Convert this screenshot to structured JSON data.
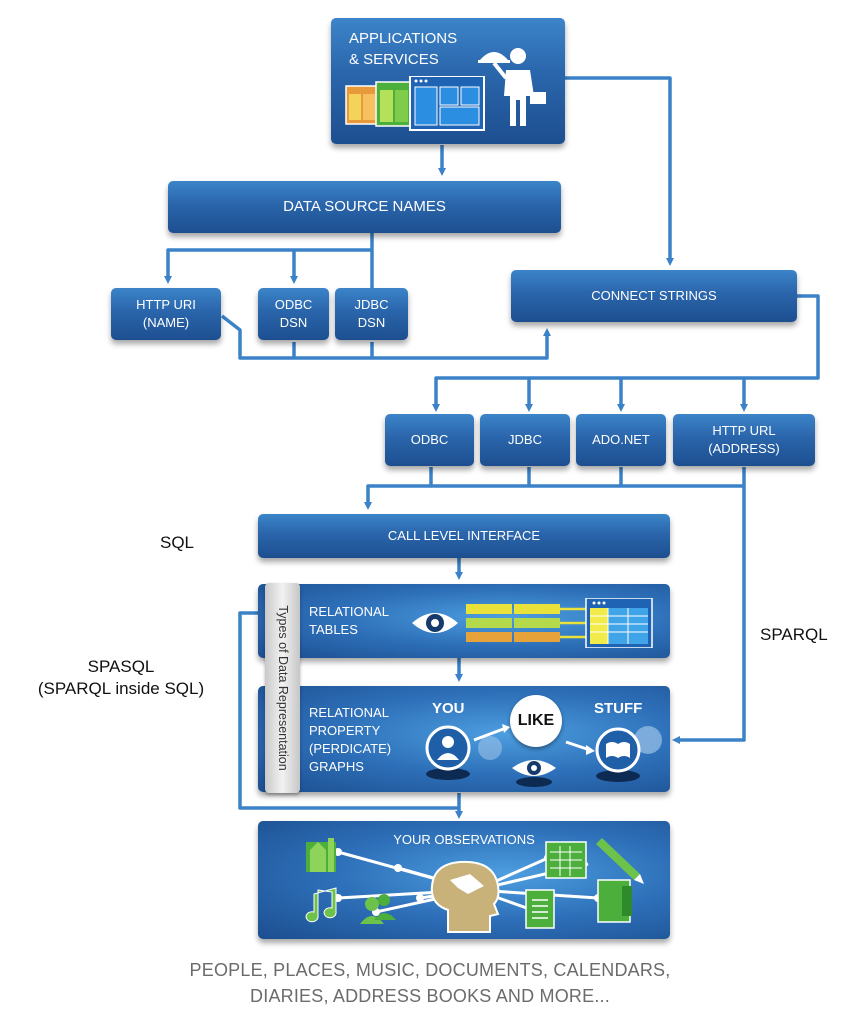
{
  "boxes": {
    "applications_services": "APPLICATIONS\n& SERVICES",
    "data_source_names": "DATA SOURCE NAMES",
    "http_uri": "HTTP URI\n(NAME)",
    "odbc_dsn": "ODBC\nDSN",
    "jdbc_dsn": "JDBC\nDSN",
    "connect_strings": "CONNECT STRINGS",
    "odbc": "ODBC",
    "jdbc": "JDBC",
    "ado_net": "ADO.NET",
    "http_url": "HTTP URL\n(ADDRESS)",
    "call_level_interface": "CALL LEVEL INTERFACE",
    "relational_tables": "RELATIONAL\nTABLES",
    "relational_graphs": "RELATIONAL\nPROPERTY\n(PERDICATE)\nGRAPHS",
    "your_observations": "YOUR OBSERVATIONS"
  },
  "graph_words": {
    "you": "YOU",
    "like": "LIKE",
    "stuff": "STUFF"
  },
  "side_labels": {
    "sql": "SQL",
    "spasql": "SPASQL\n(SPARQL inside SQL)",
    "sparql": "SPARQL"
  },
  "vertical_tab": "Types of Data Representation",
  "footer": "PEOPLE, PLACES, MUSIC, DOCUMENTS, CALENDARS,\nDIARIES, ADDRESS BOOKS AND MORE...",
  "colors": {
    "box_blue": "#2a65ab",
    "wire_blue": "#3b82c8",
    "green_icon": "#4caf3c",
    "yellow_row": "#e8e23a",
    "orange_row": "#e8a23a"
  }
}
